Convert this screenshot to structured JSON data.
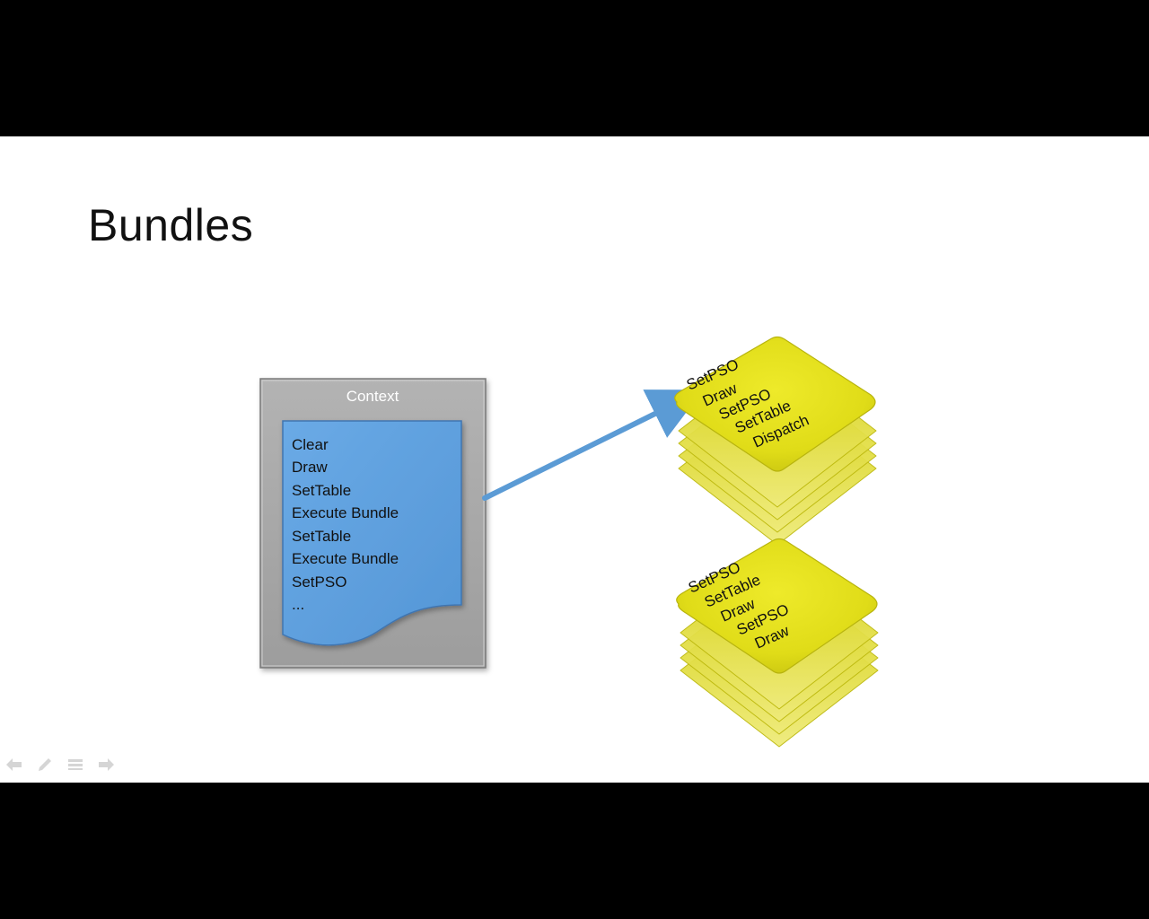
{
  "slide": {
    "title": "Bundles"
  },
  "context": {
    "label": "Context",
    "commands": [
      "Clear",
      "Draw",
      "SetTable",
      "Execute Bundle",
      "SetTable",
      "Execute Bundle",
      "SetPSO",
      "..."
    ]
  },
  "bundles": [
    {
      "commands": [
        "SetPSO",
        "Draw",
        "SetPSO",
        "SetTable",
        "Dispatch"
      ]
    },
    {
      "commands": [
        "SetPSO",
        "SetTable",
        "Draw",
        "SetPSO",
        "Draw"
      ]
    }
  ],
  "colors": {
    "context_frame": "#a9a9a9",
    "command_list": "#62a3e0",
    "arrow": "#5b9bd5",
    "bundle": "#e6e31f"
  },
  "nav": {
    "icons": [
      "back-arrow-icon",
      "pen-icon",
      "menu-icon",
      "forward-arrow-icon"
    ]
  }
}
